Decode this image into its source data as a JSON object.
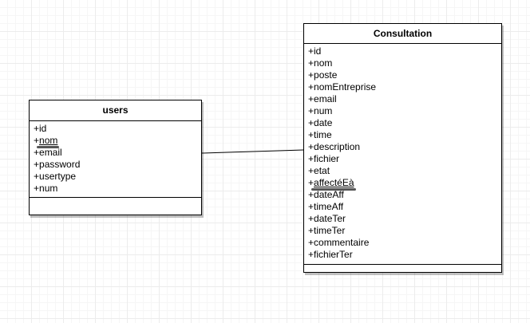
{
  "classes": {
    "users": {
      "title": "users",
      "attributes": [
        {
          "text": "+",
          "name": "id",
          "key": false
        },
        {
          "text": "+",
          "name": "nom",
          "key": true
        },
        {
          "text": "+",
          "name": "email",
          "key": false
        },
        {
          "text": "+",
          "name": "password",
          "key": false
        },
        {
          "text": "+",
          "name": "usertype",
          "key": false
        },
        {
          "text": "+",
          "name": "num",
          "key": false
        }
      ]
    },
    "consultation": {
      "title": "Consultation",
      "attributes": [
        {
          "text": "+",
          "name": "id",
          "key": false
        },
        {
          "text": "+",
          "name": "nom",
          "key": false
        },
        {
          "text": "+",
          "name": "poste",
          "key": false
        },
        {
          "text": "+",
          "name": "nomEntreprise",
          "key": false
        },
        {
          "text": "+",
          "name": "email",
          "key": false
        },
        {
          "text": "+",
          "name": "num",
          "key": false
        },
        {
          "text": "+",
          "name": "date",
          "key": false
        },
        {
          "text": "+",
          "name": "time",
          "key": false
        },
        {
          "text": "+",
          "name": "description",
          "key": false
        },
        {
          "text": "+",
          "name": "fichier",
          "key": false
        },
        {
          "text": "+",
          "name": "etat",
          "key": false
        },
        {
          "text": "+",
          "name": "affectéEà",
          "key": true
        },
        {
          "text": "+",
          "name": "dateAff",
          "key": false
        },
        {
          "text": "+",
          "name": "timeAff",
          "key": false
        },
        {
          "text": "+",
          "name": "dateTer",
          "key": false
        },
        {
          "text": "+",
          "name": "timeTer",
          "key": false
        },
        {
          "text": "+",
          "name": "commentaire",
          "key": false
        },
        {
          "text": "+",
          "name": "fichierTer",
          "key": false
        }
      ]
    }
  },
  "colors": {
    "border": "#000000",
    "grid": "#ececec",
    "key_marker": "#555555"
  }
}
